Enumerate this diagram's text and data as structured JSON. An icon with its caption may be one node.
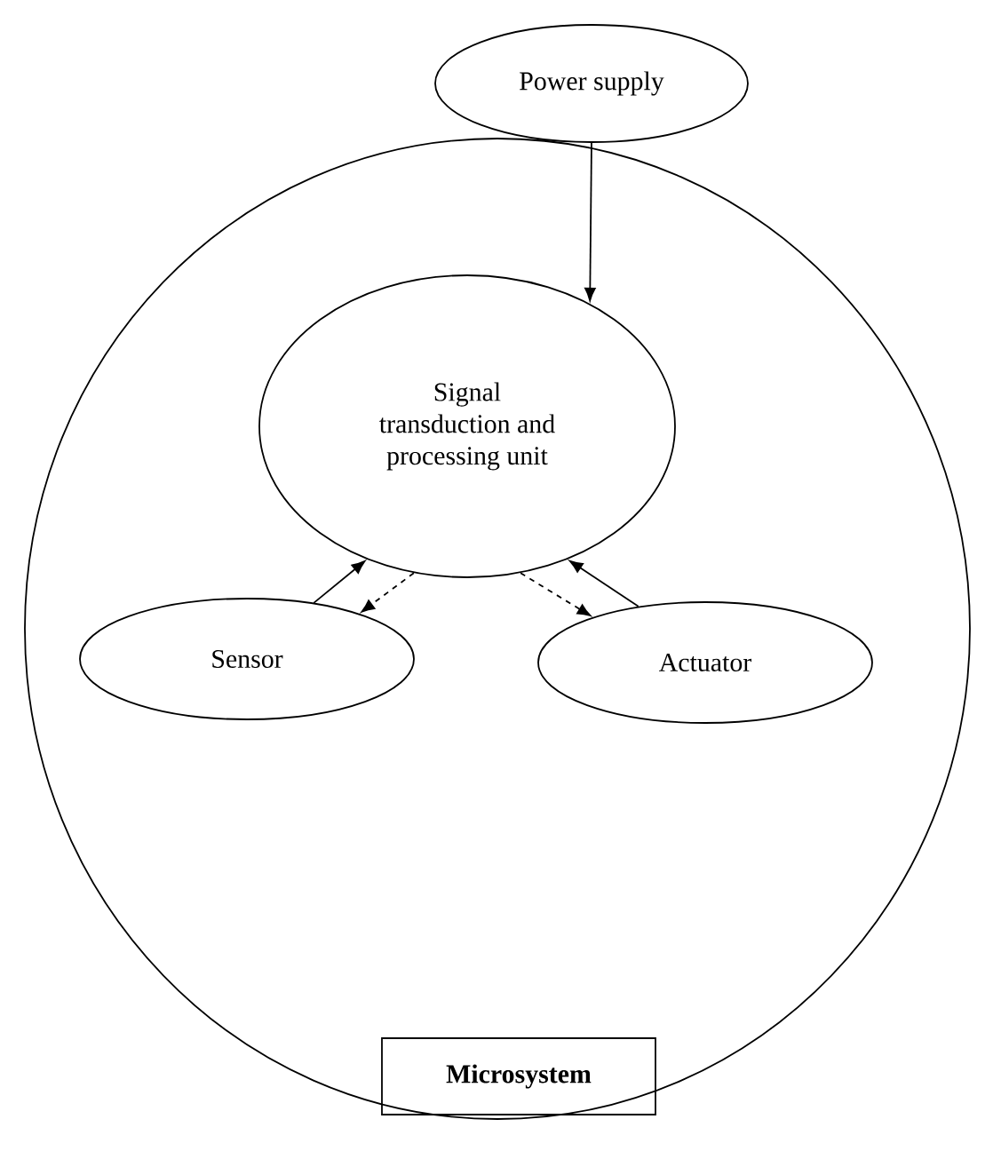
{
  "diagram": {
    "nodes": [
      {
        "text": [
          "Power supply"
        ]
      },
      {
        "text": [],
        "shape": "circle"
      },
      {
        "text": [
          "Signal transduction and processing unit"
        ],
        "in": 1
      },
      {
        "text": [
          "Sensor"
        ],
        "in": 1
      },
      {
        "text": [
          "Actuator"
        ],
        "in": 1
      },
      {
        "text": [
          "Microsystem"
        ],
        "in": 1
      }
    ],
    "edges": [
      {
        "from": 0,
        "to": 2,
        "arrow": "to"
      },
      {
        "from": 3,
        "to": 2,
        "arrow": "to"
      },
      {
        "from": 2,
        "to": 3,
        "arrow": "to",
        "style": "dashed"
      },
      {
        "from": 4,
        "to": 2,
        "arrow": "to"
      },
      {
        "from": 2,
        "to": 4,
        "arrow": "to",
        "style": "dashed"
      }
    ]
  }
}
